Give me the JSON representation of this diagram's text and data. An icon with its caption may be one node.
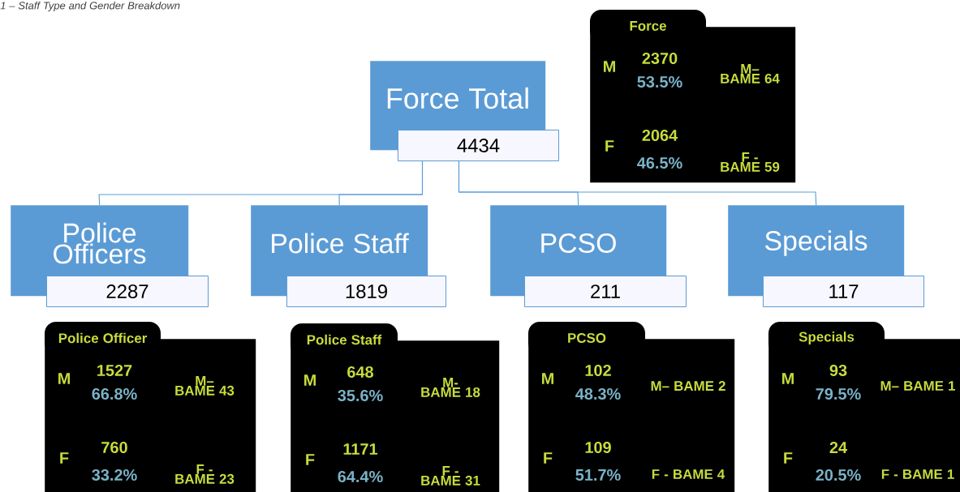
{
  "diagram": {
    "title": "1 – Staff Type and Gender Breakdown",
    "nodes": [
      {
        "text": [
          "Force Total",
          "4434"
        ]
      },
      {
        "text": [
          "Force",
          "M",
          "2370",
          "53.5%",
          "M– BAME 64",
          "F",
          "2064",
          "46.5%",
          "F - BAME 59"
        ]
      },
      {
        "text": [
          "Police Officers",
          "2287"
        ]
      },
      {
        "text": [
          "Police Staff",
          "1819"
        ]
      },
      {
        "text": [
          "PCSO",
          "211"
        ]
      },
      {
        "text": [
          "Specials",
          "117"
        ]
      },
      {
        "text": [
          "Police Officer",
          "M",
          "1527",
          "66.8%",
          "M– BAME 43",
          "F",
          "760",
          "33.2%",
          "F - BAME 23"
        ]
      },
      {
        "text": [
          "Police Staff",
          "M",
          "648",
          "35.6%",
          "M- BAME 18",
          "F",
          "1171",
          "64.4%",
          "F - BAME 31"
        ]
      },
      {
        "text": [
          "PCSO",
          "M",
          "102",
          "48.3%",
          "M– BAME 2",
          "F",
          "109",
          "51.7%",
          "F - BAME 4"
        ]
      },
      {
        "text": [
          "Specials",
          "M",
          "93",
          "79.5%",
          "M– BAME 1",
          "F",
          "24",
          "20.5%",
          "F - BAME 1"
        ]
      }
    ],
    "edges": [
      {
        "from": 0,
        "to": 2,
        "arrow": "none"
      },
      {
        "from": 0,
        "to": 3,
        "arrow": "none"
      },
      {
        "from": 0,
        "to": 4,
        "arrow": "none"
      },
      {
        "from": 0,
        "to": 5,
        "arrow": "none"
      }
    ]
  }
}
